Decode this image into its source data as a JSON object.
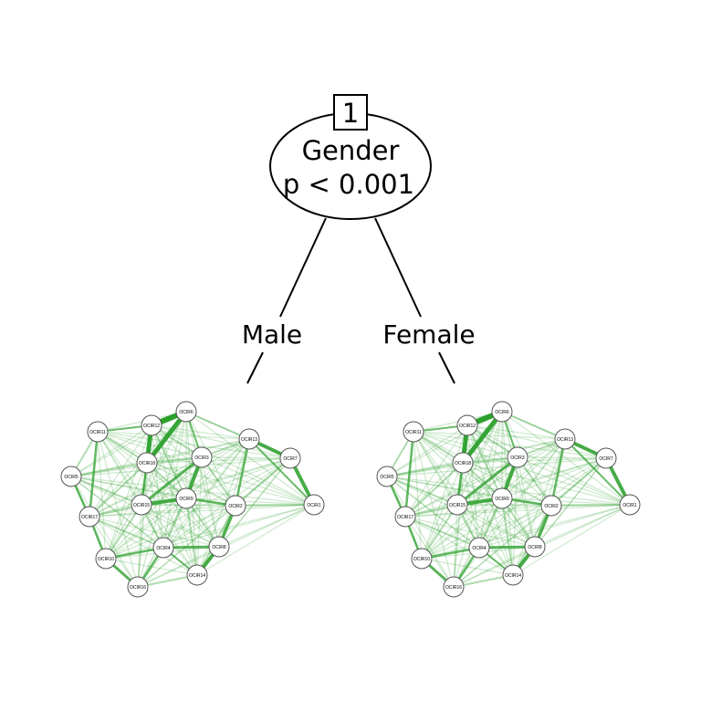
{
  "tree": {
    "node_id": "1",
    "split_variable": "Gender",
    "p_value_text": "p < 0.001",
    "branches": [
      {
        "label": "Male"
      },
      {
        "label": "Female"
      }
    ]
  },
  "colors": {
    "edge": "#2ca02c",
    "line": "#000000",
    "node_fill": "#ffffff",
    "node_stroke": "#555555"
  },
  "networks": [
    {
      "group": "Male",
      "nodes": [
        "OCIR1",
        "OCIR2",
        "OCIR3",
        "OCIR4",
        "OCIR5",
        "OCIR6",
        "OCIR7",
        "OCIR8",
        "OCIR9",
        "OCIR10",
        "OCIR11",
        "OCIR12",
        "OCIR13",
        "OCIR14",
        "OCIR15",
        "OCIR16",
        "OCIR17",
        "OCIR18"
      ]
    },
    {
      "group": "Female",
      "nodes": [
        "OCIR1",
        "OCIR2",
        "OCIR3",
        "OCIR4",
        "OCIR5",
        "OCIR6",
        "OCIR7",
        "OCIR8",
        "OCIR9",
        "OCIR10",
        "OCIR11",
        "OCIR12",
        "OCIR13",
        "OCIR14",
        "OCIR15",
        "OCIR16",
        "OCIR17",
        "OCIR18"
      ]
    }
  ]
}
